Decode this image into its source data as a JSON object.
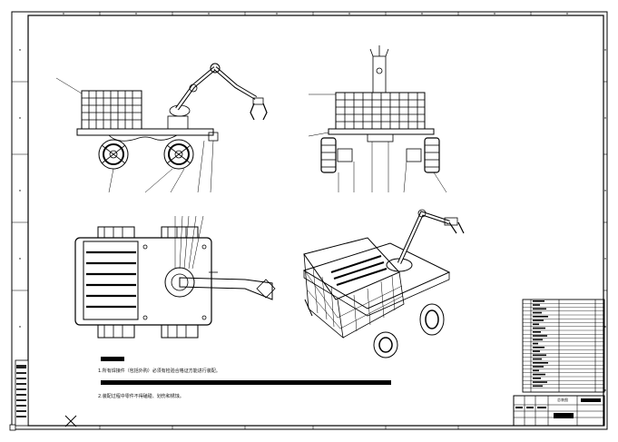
{
  "notes": {
    "line1": "1.所有焊接件（包括外购）必须有检验合格证方能进行装配。",
    "line2": "2.装配过程中零件不得磕碰、划伤和锈蚀。"
  },
  "title_block": {
    "drawing_title": "总装图"
  }
}
